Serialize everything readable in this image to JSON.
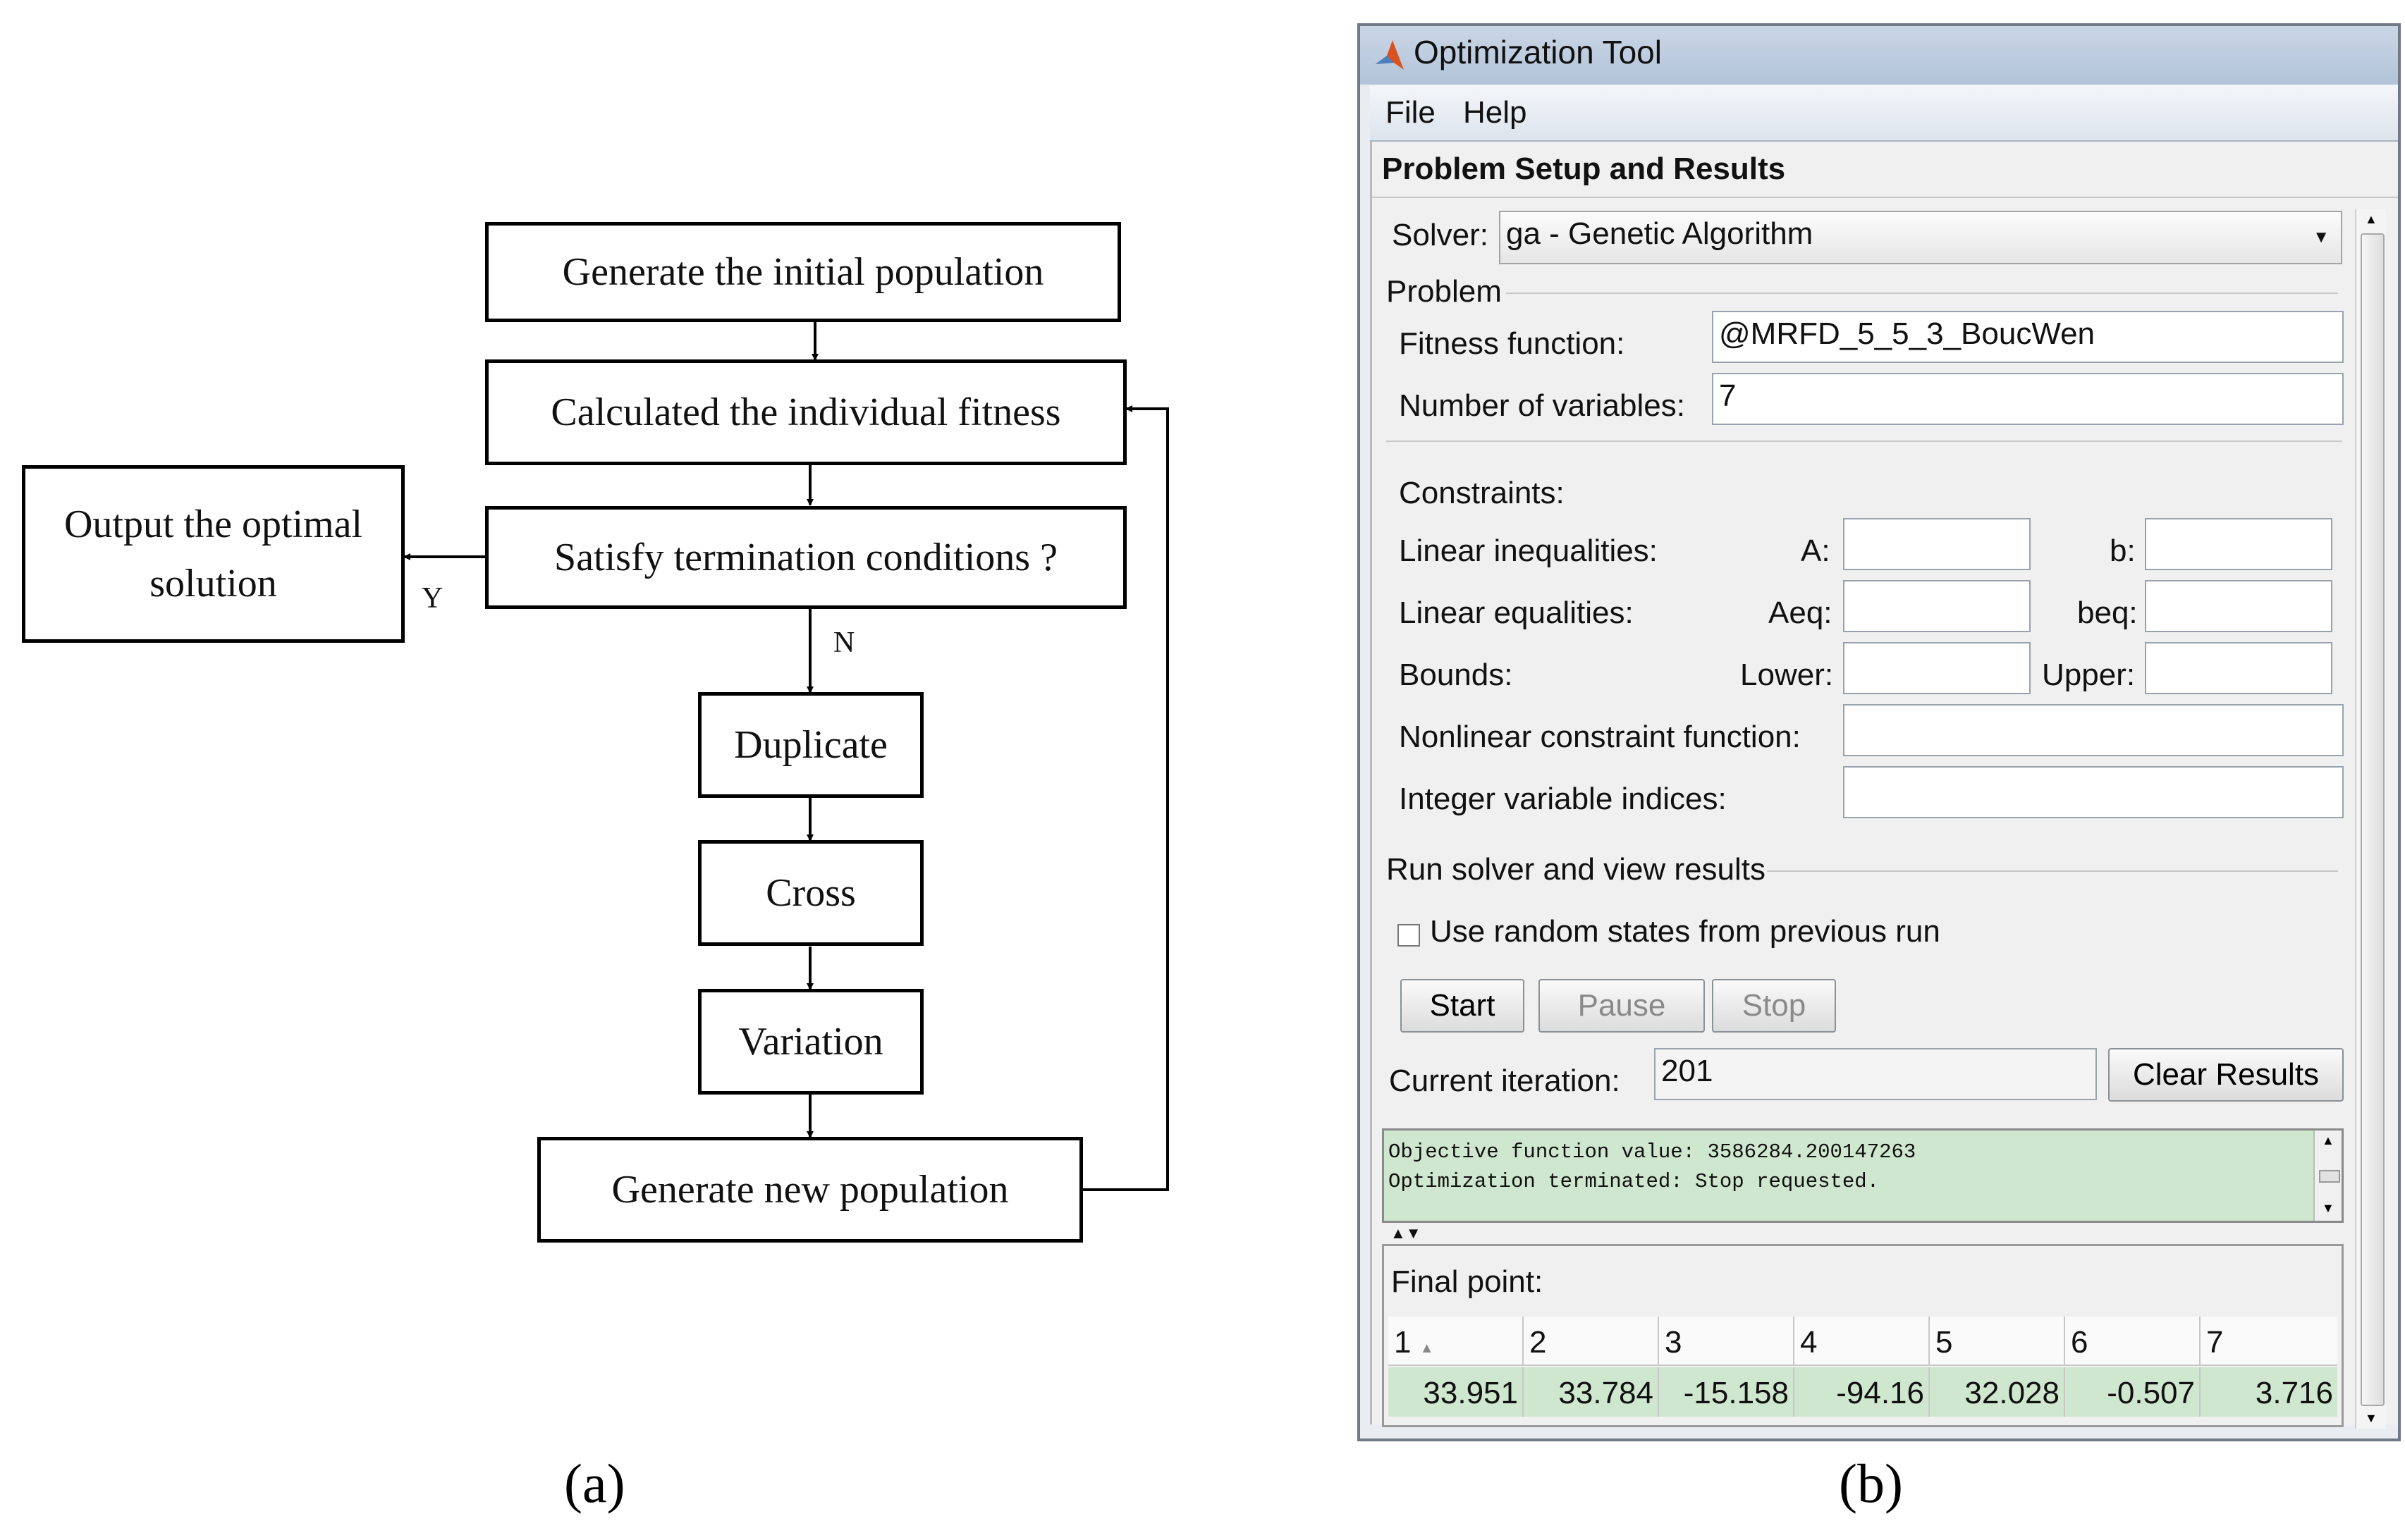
{
  "flowchart": {
    "generate_initial": "Generate the initial population",
    "calc_fitness": "Calculated the individual fitness",
    "satisfy": "Satisfy termination conditions ?",
    "output_line1": "Output the optimal",
    "output_line2": "solution",
    "yes_label": "Y",
    "no_label": "N",
    "duplicate": "Duplicate",
    "cross": "Cross",
    "variation": "Variation",
    "generate_new": "Generate new population",
    "caption": "(a)"
  },
  "tool": {
    "caption": "(b)",
    "window_title": "Optimization Tool",
    "menu": [
      "File",
      "Help"
    ],
    "section_header": "Problem Setup and Results",
    "solver_label": "Solver:",
    "solver_value": "ga - Genetic Algorithm",
    "problem_group": "Problem",
    "fitness_label": "Fitness function:",
    "fitness_value": "@MRFD_5_5_3_BoucWen",
    "numvars_label": "Number of variables:",
    "numvars_value": "7",
    "constraints_label": "Constraints:",
    "lin_ineq_label": "Linear inequalities:",
    "A_label": "A:",
    "b_label": "b:",
    "lin_eq_label": "Linear equalities:",
    "Aeq_label": "Aeq:",
    "beq_label": "beq:",
    "bounds_label": "Bounds:",
    "lower_label": "Lower:",
    "upper_label": "Upper:",
    "nonlin_label": "Nonlinear constraint function:",
    "intvar_label": "Integer variable indices:",
    "run_group": "Run solver and view results",
    "random_states_label": "Use random states from previous run",
    "random_states_checked": false,
    "start_label": "Start",
    "pause_label": "Pause",
    "stop_label": "Stop",
    "iteration_label": "Current iteration:",
    "iteration_value": "201",
    "clear_label": "Clear Results",
    "status_line1": "Objective function value: 3586284.200147263",
    "status_line2": "Optimization terminated: Stop requested.",
    "final_point_label": "Final point:",
    "final_point_columns": [
      "1",
      "2",
      "3",
      "4",
      "5",
      "6",
      "7"
    ],
    "final_point_values": [
      "33.951",
      "33.784",
      "-15.158",
      "-94.16",
      "32.028",
      "-0.507",
      "3.716"
    ],
    "status_bg": "#cfe6cf"
  }
}
